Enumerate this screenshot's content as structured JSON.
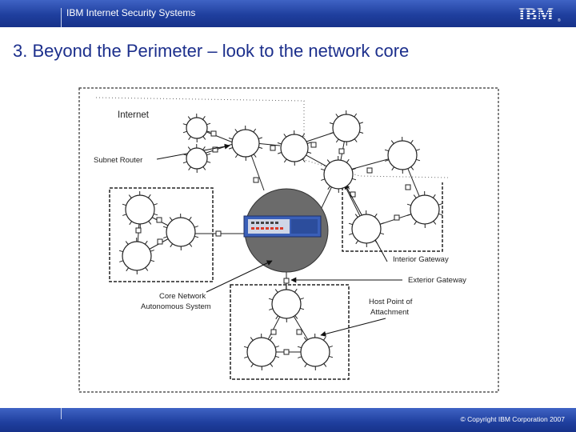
{
  "header": {
    "company": "IBM Internet Security Systems",
    "logo_text": "IBM"
  },
  "slide": {
    "title": "3. Beyond the Perimeter – look to the network core"
  },
  "diagram": {
    "labels": {
      "internet": "Internet",
      "subnet_router": "Subnet Router",
      "interior_gateway": "Interior Gateway",
      "exterior_gateway": "Exterior Gateway",
      "core_network_line1": "Core Network",
      "core_network_line2": "Autonomous System",
      "host_point_line1": "Host Point of",
      "host_point_line2": "Attachment"
    }
  },
  "footer": {
    "copyright": "© Copyright IBM Corporation 2007"
  },
  "colors": {
    "header_blue": "#1f3f9e",
    "title_blue": "#1c2f8c",
    "appliance_blue": "#3a5fb8",
    "core_gray": "#6b6b6b"
  }
}
